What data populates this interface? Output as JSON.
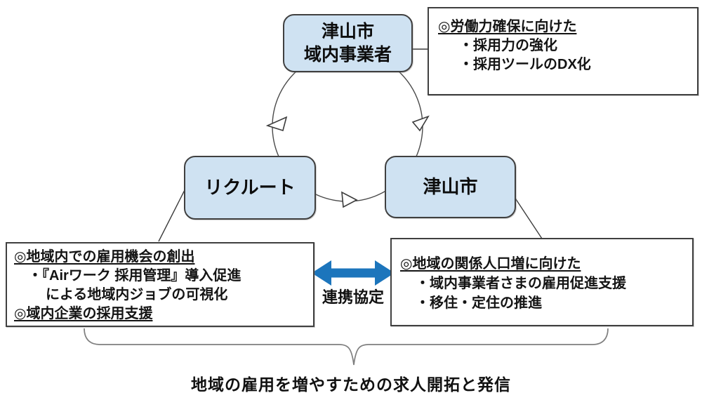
{
  "colors": {
    "node_fill": "#cfe2f2",
    "node_border": "#404040",
    "callout_border": "#404040",
    "cycle_line": "#4a4a4a",
    "double_arrow_blue": "#1c75bc",
    "brace_gray": "#7f7f7f",
    "text": "#141414"
  },
  "nodes": {
    "top": {
      "line1": "津山市",
      "line2": "域内事業者"
    },
    "left": {
      "label": "リクルート"
    },
    "right": {
      "label": "津山市"
    }
  },
  "callouts": {
    "top_right": {
      "lines": [
        "◎労働力確保に向けた",
        "・採用力の強化",
        "・採用ツールのDX化"
      ]
    },
    "bottom_left": {
      "lines": [
        "◎地域内での雇用機会の創出",
        "・『Airワーク 採用管理』導入促進",
        "による地域内ジョブの可視化",
        "◎域内企業の採用支援"
      ]
    },
    "bottom_right": {
      "lines": [
        "◎地域の関係人口増に向けた",
        "・域内事業者さまの雇用促進支援",
        "・移住・定住の推進"
      ]
    }
  },
  "connector": {
    "label": "連携協定"
  },
  "caption": "地域の雇用を増やすための求人開拓と発信"
}
